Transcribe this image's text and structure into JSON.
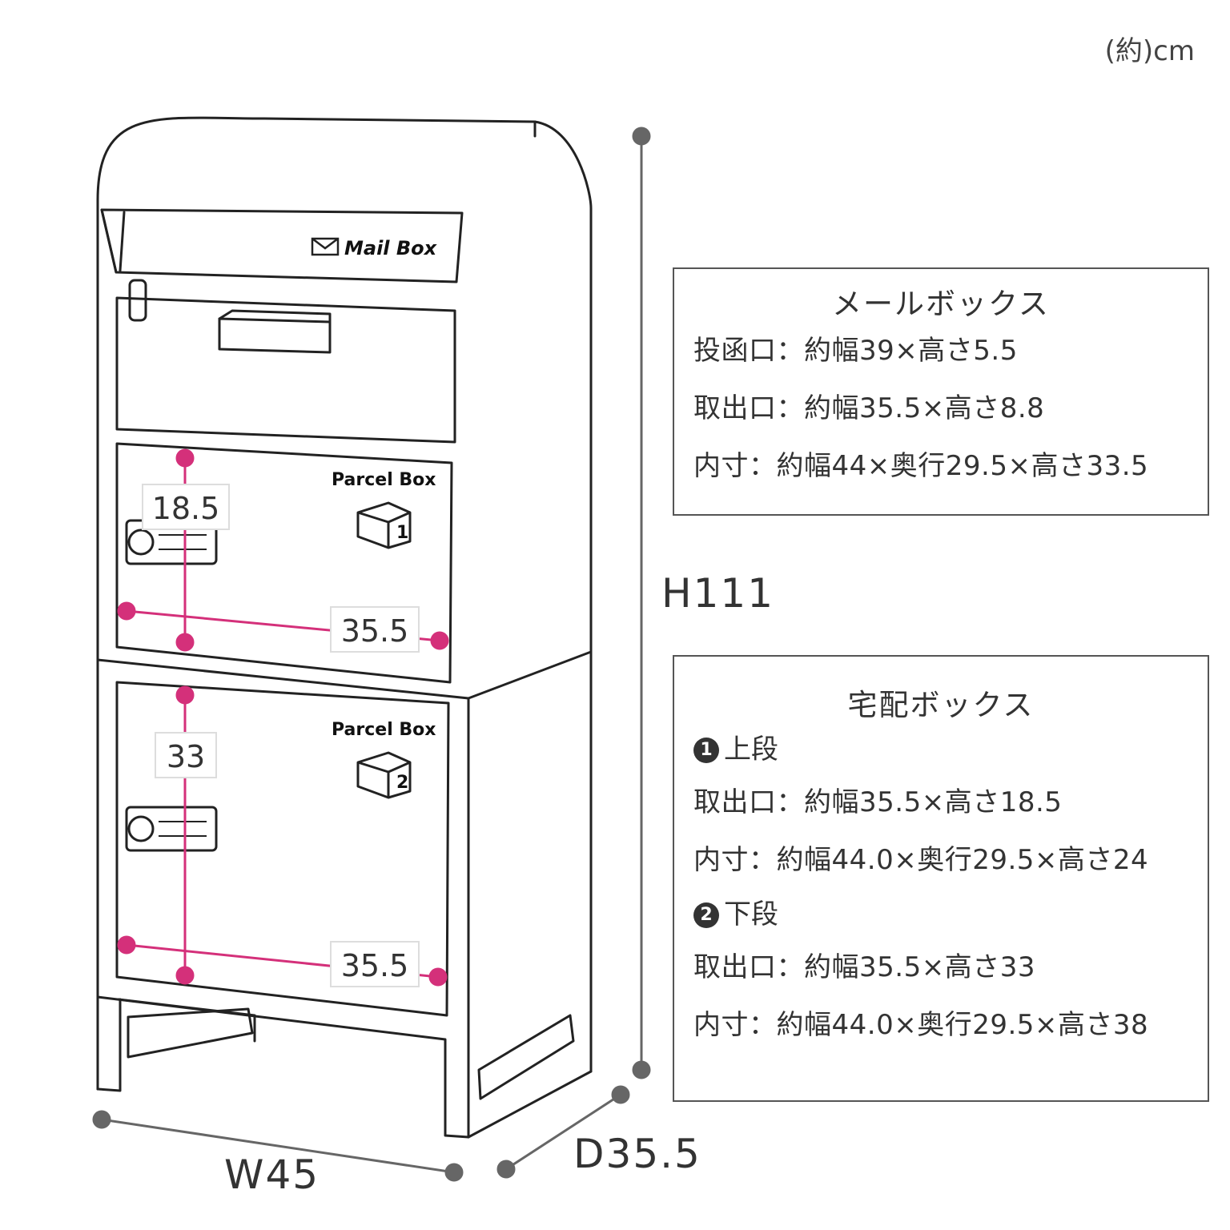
{
  "unit_note": "(約)cm",
  "mailbox_label": "Mail Box",
  "parcel_label": "Parcel Box",
  "box_numbers": [
    "1",
    "2"
  ],
  "dimensions": {
    "width": "W45",
    "depth": "D35.5",
    "height": "H111",
    "upper_opening_height": "18.5",
    "upper_opening_width": "35.5",
    "lower_opening_height": "33",
    "lower_opening_width": "35.5"
  },
  "mail_spec": {
    "title": "メールボックス",
    "lines": [
      "投函口：約幅39×高さ5.5",
      "取出口：約幅35.5×高さ8.8",
      "内寸：約幅44×奥行29.5×高さ33.5"
    ]
  },
  "parcel_spec": {
    "title": "宅配ボックス",
    "upper": {
      "number": "1",
      "label": "上段",
      "lines": [
        "取出口：約幅35.5×高さ18.5",
        "内寸：約幅44.0×奥行29.5×高さ24"
      ]
    },
    "lower": {
      "number": "2",
      "label": "下段",
      "lines": [
        "取出口：約幅35.5×高さ33",
        "内寸：約幅44.0×奥行29.5×高さ38"
      ]
    }
  },
  "colors": {
    "outline": "#222222",
    "measure": "#d4307a",
    "dim_line": "#666666",
    "text": "#333333"
  }
}
